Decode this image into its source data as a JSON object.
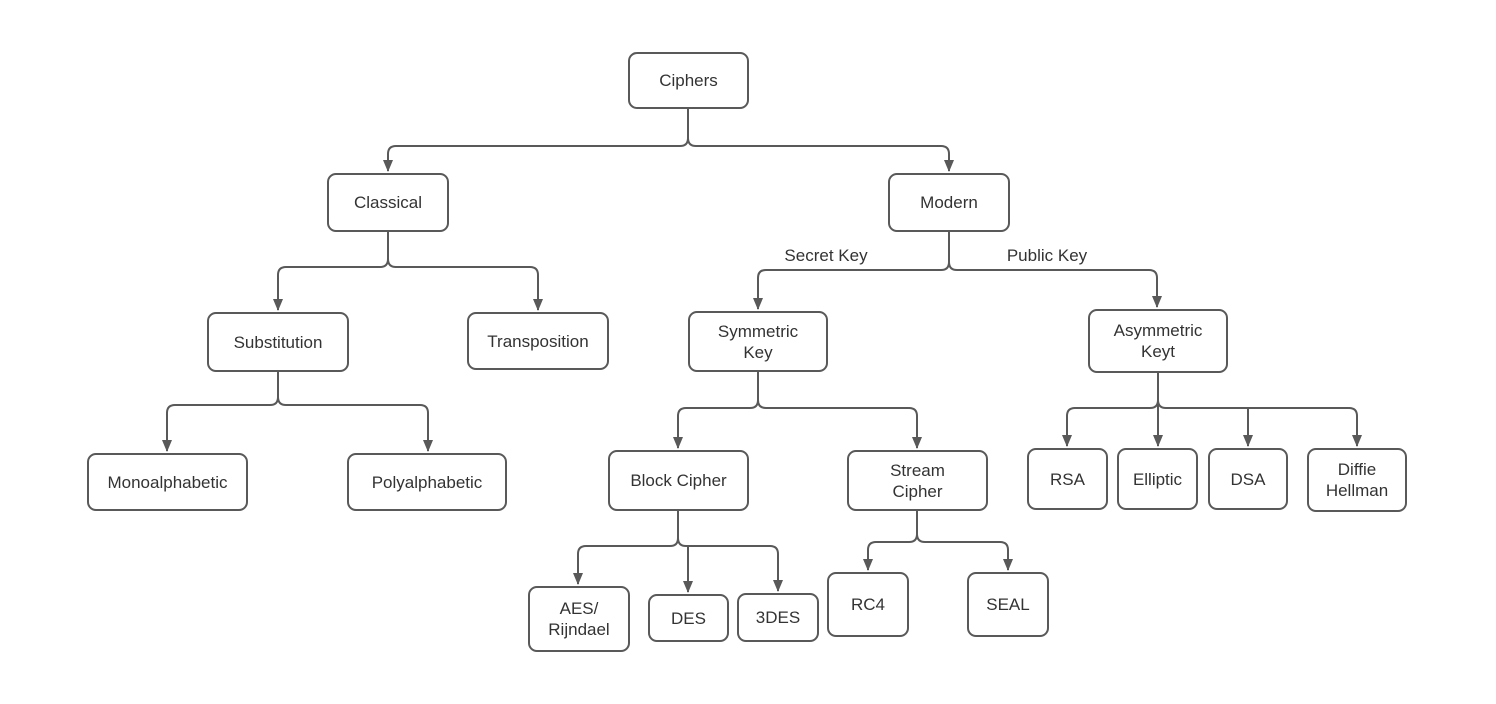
{
  "diagram": {
    "type": "tree-flowchart",
    "colors": {
      "line": "#595959",
      "node_border": "#595959",
      "node_fill": "#ffffff",
      "text": "#333333",
      "background": "#ffffff"
    },
    "tree": {
      "label": "Ciphers",
      "children": [
        {
          "label": "Classical",
          "children": [
            {
              "label": "Substitution",
              "children": [
                {
                  "label": "Monoalphabetic"
                },
                {
                  "label": "Polyalphabetic"
                }
              ]
            },
            {
              "label": "Transposition"
            }
          ]
        },
        {
          "label": "Modern",
          "children": [
            {
              "label": "Symmetric\nKey",
              "edge_label": "Secret Key",
              "children": [
                {
                  "label": "Block Cipher",
                  "children": [
                    {
                      "label": "AES/\nRijndael"
                    },
                    {
                      "label": "DES"
                    },
                    {
                      "label": "3DES"
                    }
                  ]
                },
                {
                  "label": "Stream\nCipher",
                  "children": [
                    {
                      "label": "RC4"
                    },
                    {
                      "label": "SEAL"
                    }
                  ]
                }
              ]
            },
            {
              "label": "Asymmetric\nKeyt",
              "edge_label": "Public Key",
              "children": [
                {
                  "label": "RSA"
                },
                {
                  "label": "Elliptic"
                },
                {
                  "label": "DSA"
                },
                {
                  "label": "Diffie\nHellman"
                }
              ]
            }
          ]
        }
      ]
    }
  }
}
